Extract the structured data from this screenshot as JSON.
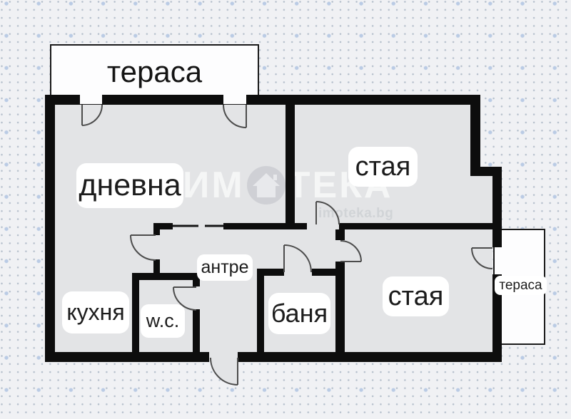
{
  "colors": {
    "background": "#f0f1f4",
    "small_dot": "#7c8ca2",
    "large_dot": "#96b2da",
    "wall": "#0d0d0d",
    "floor": "#e3e4e6",
    "terrace_fill": "#fdfdfe",
    "door_line": "#4c4c4c",
    "label_text": "#1c1c1c",
    "watermark": "#d1d4d7"
  },
  "rooms": {
    "living": {
      "label": "дневна"
    },
    "kitchen": {
      "label": "кухня"
    },
    "wc": {
      "label": "w.c."
    },
    "hallway": {
      "label": "антре"
    },
    "bathroom": {
      "label": "баня"
    },
    "room_top": {
      "label": "стая"
    },
    "room_bottom": {
      "label": "стая"
    },
    "terrace_top": {
      "label": "тераса"
    },
    "terrace_right": {
      "label": "тераса"
    }
  },
  "watermark": {
    "brand_left": "ИМ",
    "brand_right": "ТЕКА",
    "site": "imoteka.bg"
  }
}
